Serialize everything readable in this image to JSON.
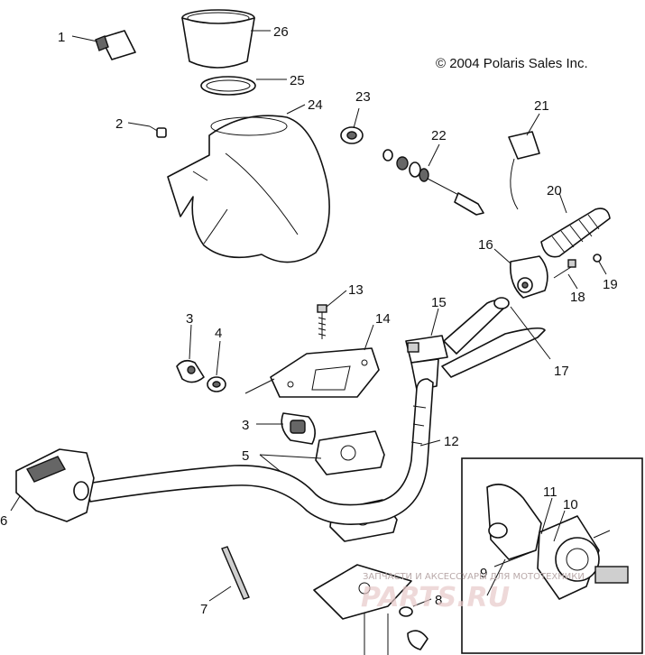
{
  "copyright": "© 2004 Polaris Sales Inc.",
  "callouts": {
    "c1": "1",
    "c2": "2",
    "c3a": "3",
    "c3b": "3",
    "c4": "4",
    "c5": "5",
    "c6": "6",
    "c7": "7",
    "c8": "8",
    "c9": "9",
    "c10": "10",
    "c11": "11",
    "c12": "12",
    "c13": "13",
    "c14": "14",
    "c15": "15",
    "c16": "16",
    "c17": "17",
    "c18": "18",
    "c19": "19",
    "c20": "20",
    "c21": "21",
    "c22": "22",
    "c23": "23",
    "c24": "24",
    "c25": "25",
    "c26": "26"
  },
  "watermark": {
    "text": "ЗАПЧАСТИ И АКСЕССУАРЫ ДЛЯ МОТОТЕХНИКИ",
    "logo": "PARTS.RU"
  }
}
